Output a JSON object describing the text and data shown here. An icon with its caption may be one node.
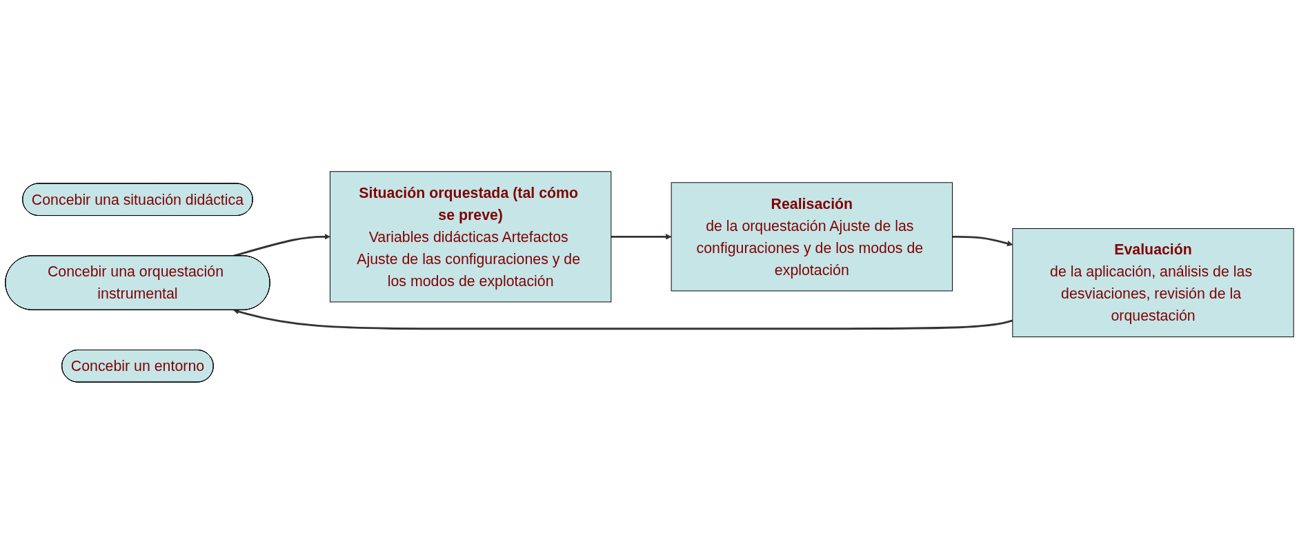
{
  "diagram": {
    "nodes": [
      {
        "text": [
          "Concebir una situación didáctica"
        ]
      },
      {
        "text": [
          "Concebir una orquestación instrumental"
        ]
      },
      {
        "text": [
          "Concebir un entorno"
        ]
      },
      {
        "text": [
          "Situación orquestada (tal cómo se preve)",
          "Variables didácticas Artefactos Ajuste de las configuraciones y de los modos de explotación"
        ]
      },
      {
        "text": [
          "Realisación",
          "de la orquestación Ajuste de las configuraciones y de los modos de explotación"
        ]
      },
      {
        "text": [
          "Evaluación",
          "de la aplicación, análisis de las desviaciones, revisión de la orquestación"
        ]
      }
    ],
    "edges": [
      {
        "from": 1,
        "to": 3,
        "arrow": "to"
      },
      {
        "from": 3,
        "to": 4,
        "arrow": "to"
      },
      {
        "from": 4,
        "to": 5,
        "arrow": "to"
      },
      {
        "from": 5,
        "to": 1,
        "arrow": "to"
      }
    ]
  }
}
